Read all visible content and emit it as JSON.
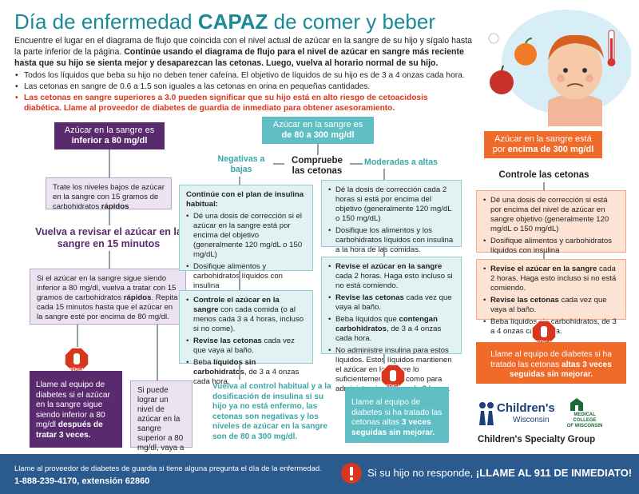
{
  "header": {
    "title_pre": "Día de enfermedad ",
    "title_bold": "CAPAZ",
    "title_post": " de comer y beber",
    "intro_1": "Encuentre el lugar en el diagrama de flujo que coincida con el nivel actual de azúcar en la sangre de su hijo y sígalo hasta la parte inferior de la página. ",
    "intro_2": "Continúe usando el diagrama de flujo para el nivel de azúcar en sangre más reciente hasta que su hijo se sienta mejor y desaparezcan las cetonas. Luego, vuelva al horario normal de su hijo.",
    "bullets": [
      "Todos los líquidos que beba su hijo no deben tener cafeína. El objetivo de líquidos de su hijo es de 3 a 4 onzas cada hora.",
      "Las cetonas en sangre de 0.6 a 1.5 son iguales a las cetonas en orina en pequeñas cantidades."
    ],
    "warning": "Las cetonas en sangre superiores a 3.0 pueden significar que su hijo está en alto riesgo de cetoacidosis diabética. Llame al proveedor de diabetes de guardia de inmediato para obtener asesoramiento."
  },
  "low": {
    "head_1": "Azúcar en la sangre es",
    "head_2": "inferior a 80 mg/dl",
    "treat_1": "Trate los niveles bajos de azúcar en la sangre con 15 gramos de carbohidratos ",
    "treat_2": "rápidos",
    "recheck": "Vuelva a revisar el azúcar en la sangre en 15 minutos",
    "still_1": "Si el azúcar en la sangre sigue siendo inferior a 80 mg/dl, vuelva a tratar con 15 gramos de carbohidratos ",
    "still_2": "rápidos",
    "still_3": ". Repita cada 15 minutos hasta que el azúcar en la sangre esté por encima de 80 mg/dl.",
    "call_1": "Llame al equipo de diabetes si el azúcar en la sangre sigue siendo inferior a 80 mg/dl ",
    "call_2": "después de tratar 3 veces.",
    "ok": "Si puede lograr un nivel de azúcar en la sangre superior a 80 mg/dl, vaya a la siguiente columna."
  },
  "mid": {
    "head_1": "Azúcar en la sangre es",
    "head_2": "de 80 a 300 mg/dl",
    "check": "Compruebe las cetonas",
    "neg": "Negativas a bajas",
    "mod": "Moderadas a altas",
    "neg_box_title": "Continúe con el plan de insulina habitual:",
    "neg_items": [
      "Dé una dosis de corrección si el azúcar en la sangre está por encima del objetivo (generalmente 120 mg/dL o 150 mg/dL)",
      "Dosifique alimentos y carbohidratos líquidos con insulina"
    ],
    "neg2_items": [
      {
        "b": "Controle el azúcar en la sangre",
        "t": " con cada comida (o al menos cada 3 a 4 horas, incluso si no come)."
      },
      {
        "b": "Revise las cetonas",
        "t": " cada vez que vaya al baño."
      },
      {
        "b": "",
        "t": "Beba "
      },
      {
        "b": "",
        "t": ""
      }
    ],
    "neg2_beba_b": "líquidos sin carbohidratos",
    "neg2_beba_t": ", de 3 a 4 onzas cada hora.",
    "return": "Vuelva al control habitual y a la dosificación de insulina si su hijo ya no está enfermo, las cetonas son negativas y los niveles de azúcar en la sangre son de 80 a 300 mg/dl.",
    "mod_items": [
      "Dé la dosis de corrección cada 2 horas si está por encima del objetivo (generalmente 120 mg/dL o 150 mg/dL)",
      "Dosifique los alimentos y los carbohidratos líquidos con insulina a la hora de las comidas."
    ],
    "mod2_1b": "Revise el azúcar en la sangre",
    "mod2_1t": " cada 2 horas. Haga esto incluso si no está comiendo.",
    "mod2_2b": "Revise las cetonas",
    "mod2_2t": " cada vez que vaya al baño.",
    "mod2_3a": "Beba líquidos que ",
    "mod2_3b": "contengan carbohidratos",
    "mod2_3t": ", de 3 a 4 onzas cada hora.",
    "mod2_4": "No administre insulina para estos líquidos. Estos líquidos mantienen el azúcar en la sangre lo suficientemente alto como para administrar insulina cada 2 horas.",
    "call_1": "Llame al equipo de diabetes si ha tratado las cetonas altas ",
    "call_2": "3 veces seguidas sin mejorar."
  },
  "high": {
    "head_1": "Azúcar en la sangre está",
    "head_2a": "por ",
    "head_2b": "encima de 300 mg/dl",
    "check": "Controle las cetonas",
    "items": [
      "Dé una dosis de corrección si está por encima del nivel de azúcar en sangre objetivo (generalmente 120 mg/dL o 150 mg/dL)",
      "Dosifique alimentos y carbohidratos líquidos con insulina"
    ],
    "i2_1b": "Revise el azúcar en la sangre",
    "i2_1t": " cada 2 horas. Haga esto incluso si no está comiendo.",
    "i2_2b": "Revise las cetonas",
    "i2_2t": " cada vez que vaya al baño.",
    "i2_3": "Beba líquidos sin carbohidratos, de 3 a 4 onzas cada hora.",
    "call_1": "Llame al equipo de diabetes si ha tratado las cetonas ",
    "call_2": "altas 3 veces seguidas sin mejorar."
  },
  "stop_label": "DETÉNGASE",
  "logos": {
    "childrens": "Children's",
    "wisconsin": "Wisconsin",
    "mcw_1": "MEDICAL",
    "mcw_2": "COLLEGE",
    "mcw_3": "OF WISCONSIN",
    "group": "Children's Specialty Group"
  },
  "footer": {
    "line1": "Llame al proveedor de diabetes de guardia si tiene alguna pregunta el día de la enfermedad.",
    "line2": "1-888-239-4170, extensión 62860",
    "emerg_1": "Si su hijo no responde, ",
    "emerg_2": "¡LLAME AL 911 DE INMEDIATO!"
  },
  "colors": {
    "teal": "#1a8a96",
    "purple": "#5a2a6e",
    "orange": "#f06a2a",
    "red": "#d8361f",
    "footer": "#2a5a8e"
  }
}
